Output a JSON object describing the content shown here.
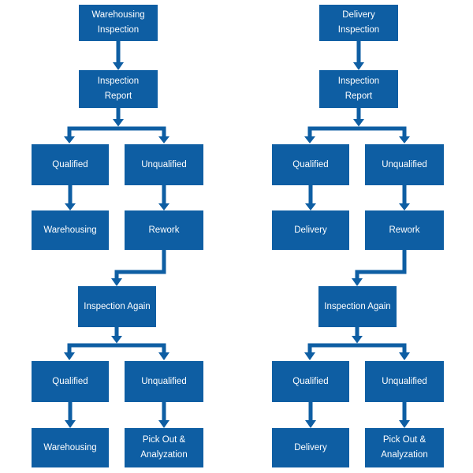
{
  "colors": {
    "primary": "#0E5EA3",
    "node_text": "#FFFFFF",
    "background": "#FFFFFF"
  },
  "charts": [
    {
      "name": "warehousing-inspection-flow",
      "nodes": {
        "start": "Warehousing Inspection",
        "report": "Inspection Report",
        "qualified_1": "Qualified",
        "unqualified_1": "Unqualified",
        "outcome_1": "Warehousing",
        "rework": "Rework",
        "again": "Inspection Again",
        "qualified_2": "Qualified",
        "unqualified_2": "Unqualified",
        "outcome_2": "Warehousing",
        "pick_out": "Pick Out & Analyzation"
      }
    },
    {
      "name": "delivery-inspection-flow",
      "nodes": {
        "start": "Delivery Inspection",
        "report": "Inspection Report",
        "qualified_1": "Qualified",
        "unqualified_1": "Unqualified",
        "outcome_1": "Delivery",
        "rework": "Rework",
        "again": "Inspection Again",
        "qualified_2": "Qualified",
        "unqualified_2": "Unqualified",
        "outcome_2": "Delivery",
        "pick_out": "Pick Out & Analyzation"
      }
    }
  ]
}
